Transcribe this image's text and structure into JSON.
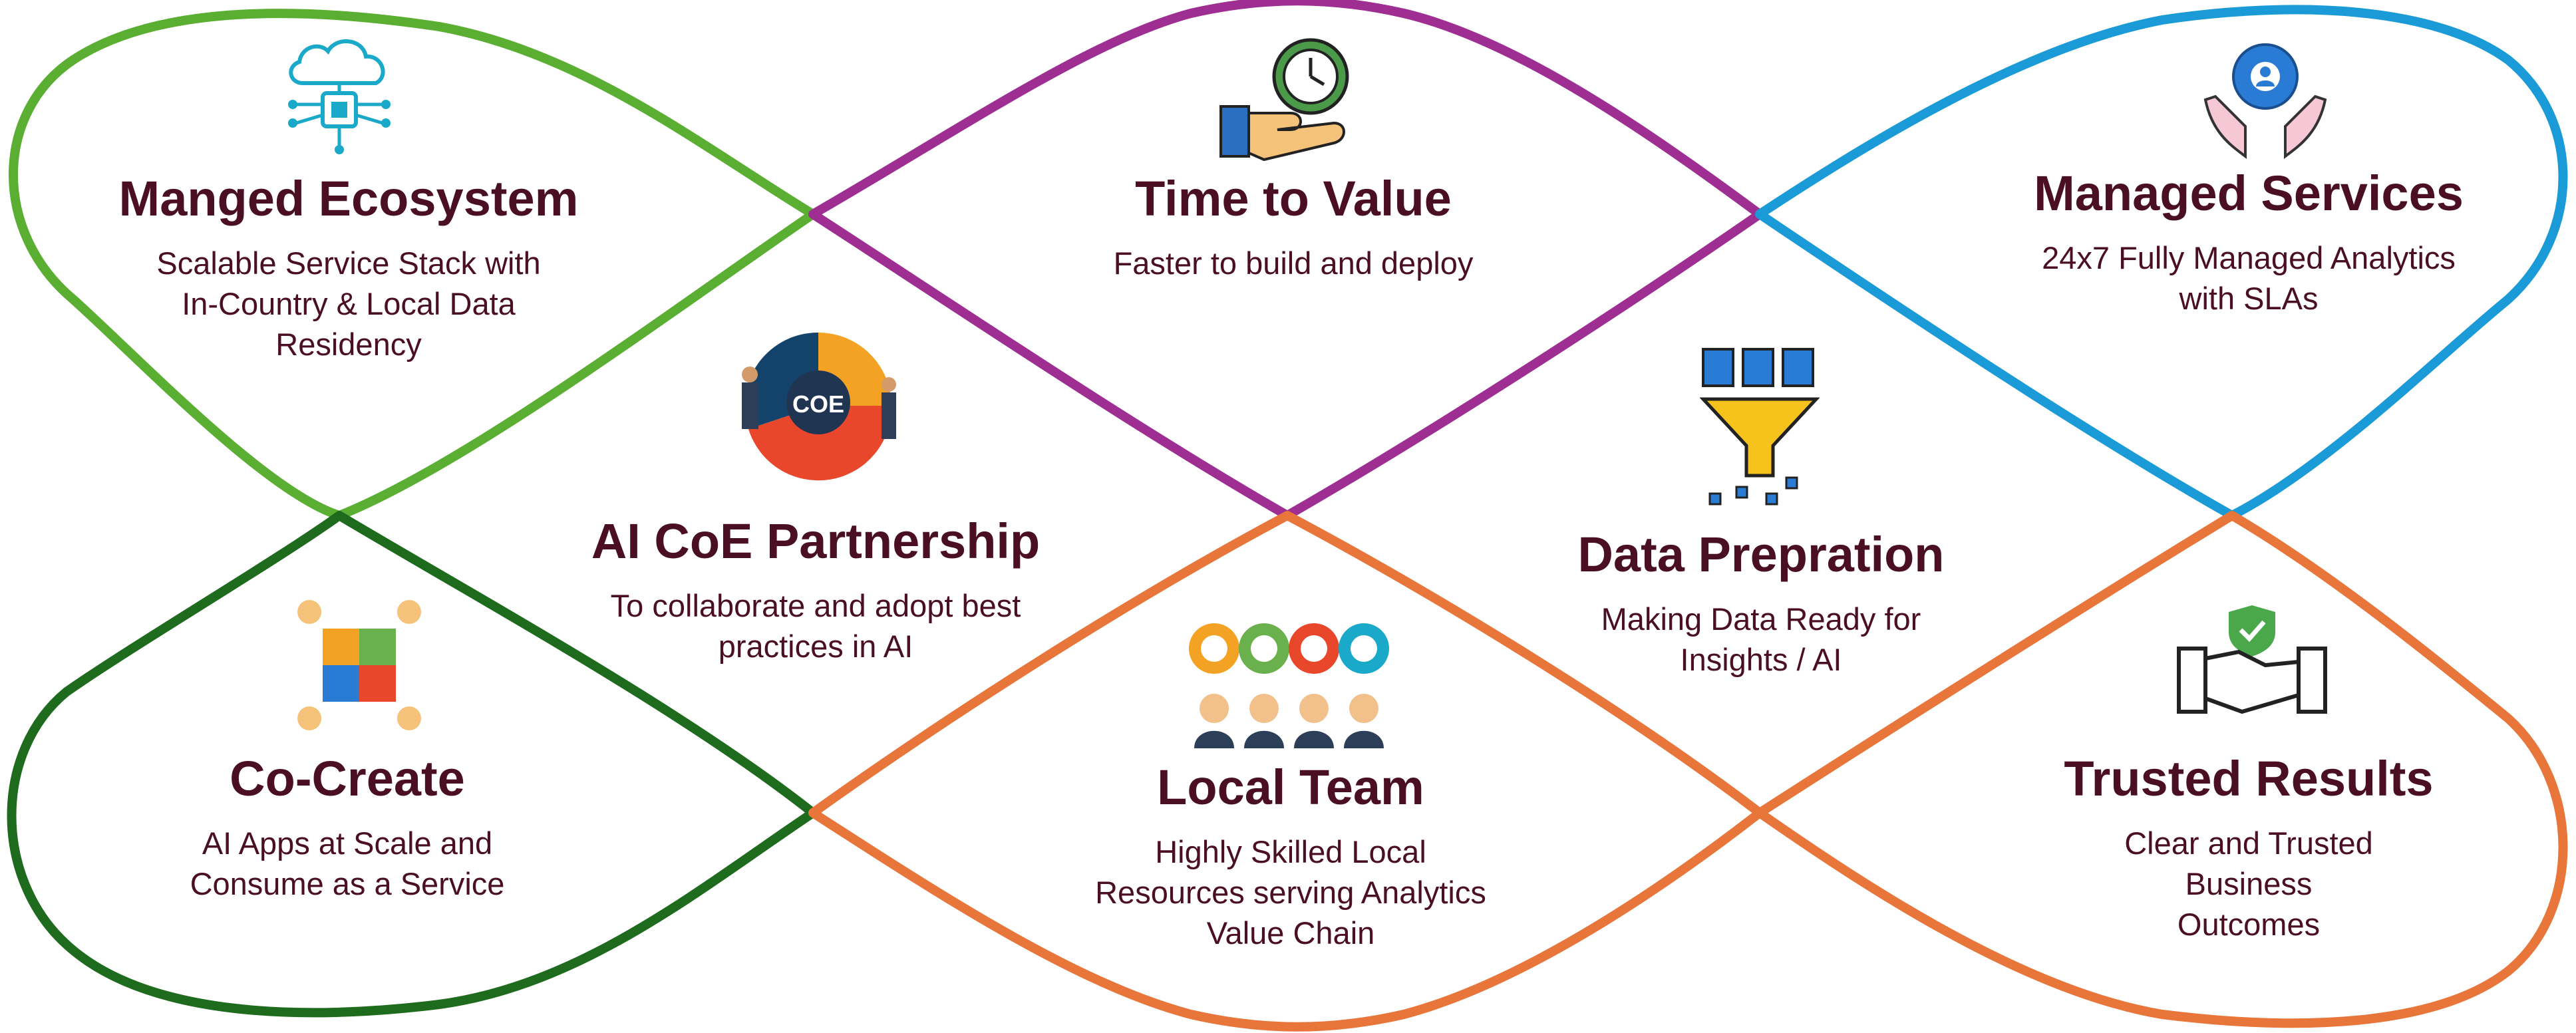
{
  "diagram": {
    "colors": {
      "green": "#5aaf32",
      "dark_green": "#1e6b1e",
      "purple": "#9e2e92",
      "blue": "#1a9bd7",
      "orange": "#e8763a",
      "text": "#4a0f22"
    },
    "items": [
      {
        "title": "Manged Ecosystem",
        "desc": [
          "Scalable Service Stack with",
          "In-Country & Local Data",
          "Residency"
        ],
        "icon": "cloud-chip-icon"
      },
      {
        "title": "Time to Value",
        "desc": [
          "Faster to build and deploy"
        ],
        "icon": "clock-hand-icon"
      },
      {
        "title": "Managed Services",
        "desc": [
          "24x7 Fully Managed Analytics",
          "with SLAs"
        ],
        "icon": "gear-hands-icon"
      },
      {
        "title": "AI CoE Partnership",
        "desc": [
          "To collaborate and adopt best",
          "practices in AI"
        ],
        "icon": "coe-icon",
        "icon_label": "COE"
      },
      {
        "title": "Data Prepration",
        "desc": [
          "Making Data Ready for",
          "Insights / AI"
        ],
        "icon": "data-funnel-icon"
      },
      {
        "title": "Co-Create",
        "desc": [
          "AI Apps at Scale and",
          "Consume as a Service"
        ],
        "icon": "puzzle-icon"
      },
      {
        "title": "Local Team",
        "desc": [
          "Highly Skilled Local",
          "Resources serving Analytics",
          "Value Chain"
        ],
        "icon": "team-icon"
      },
      {
        "title": "Trusted Results",
        "desc": [
          "Clear and Trusted Business",
          "Outcomes"
        ],
        "icon": "handshake-shield-icon"
      }
    ]
  }
}
